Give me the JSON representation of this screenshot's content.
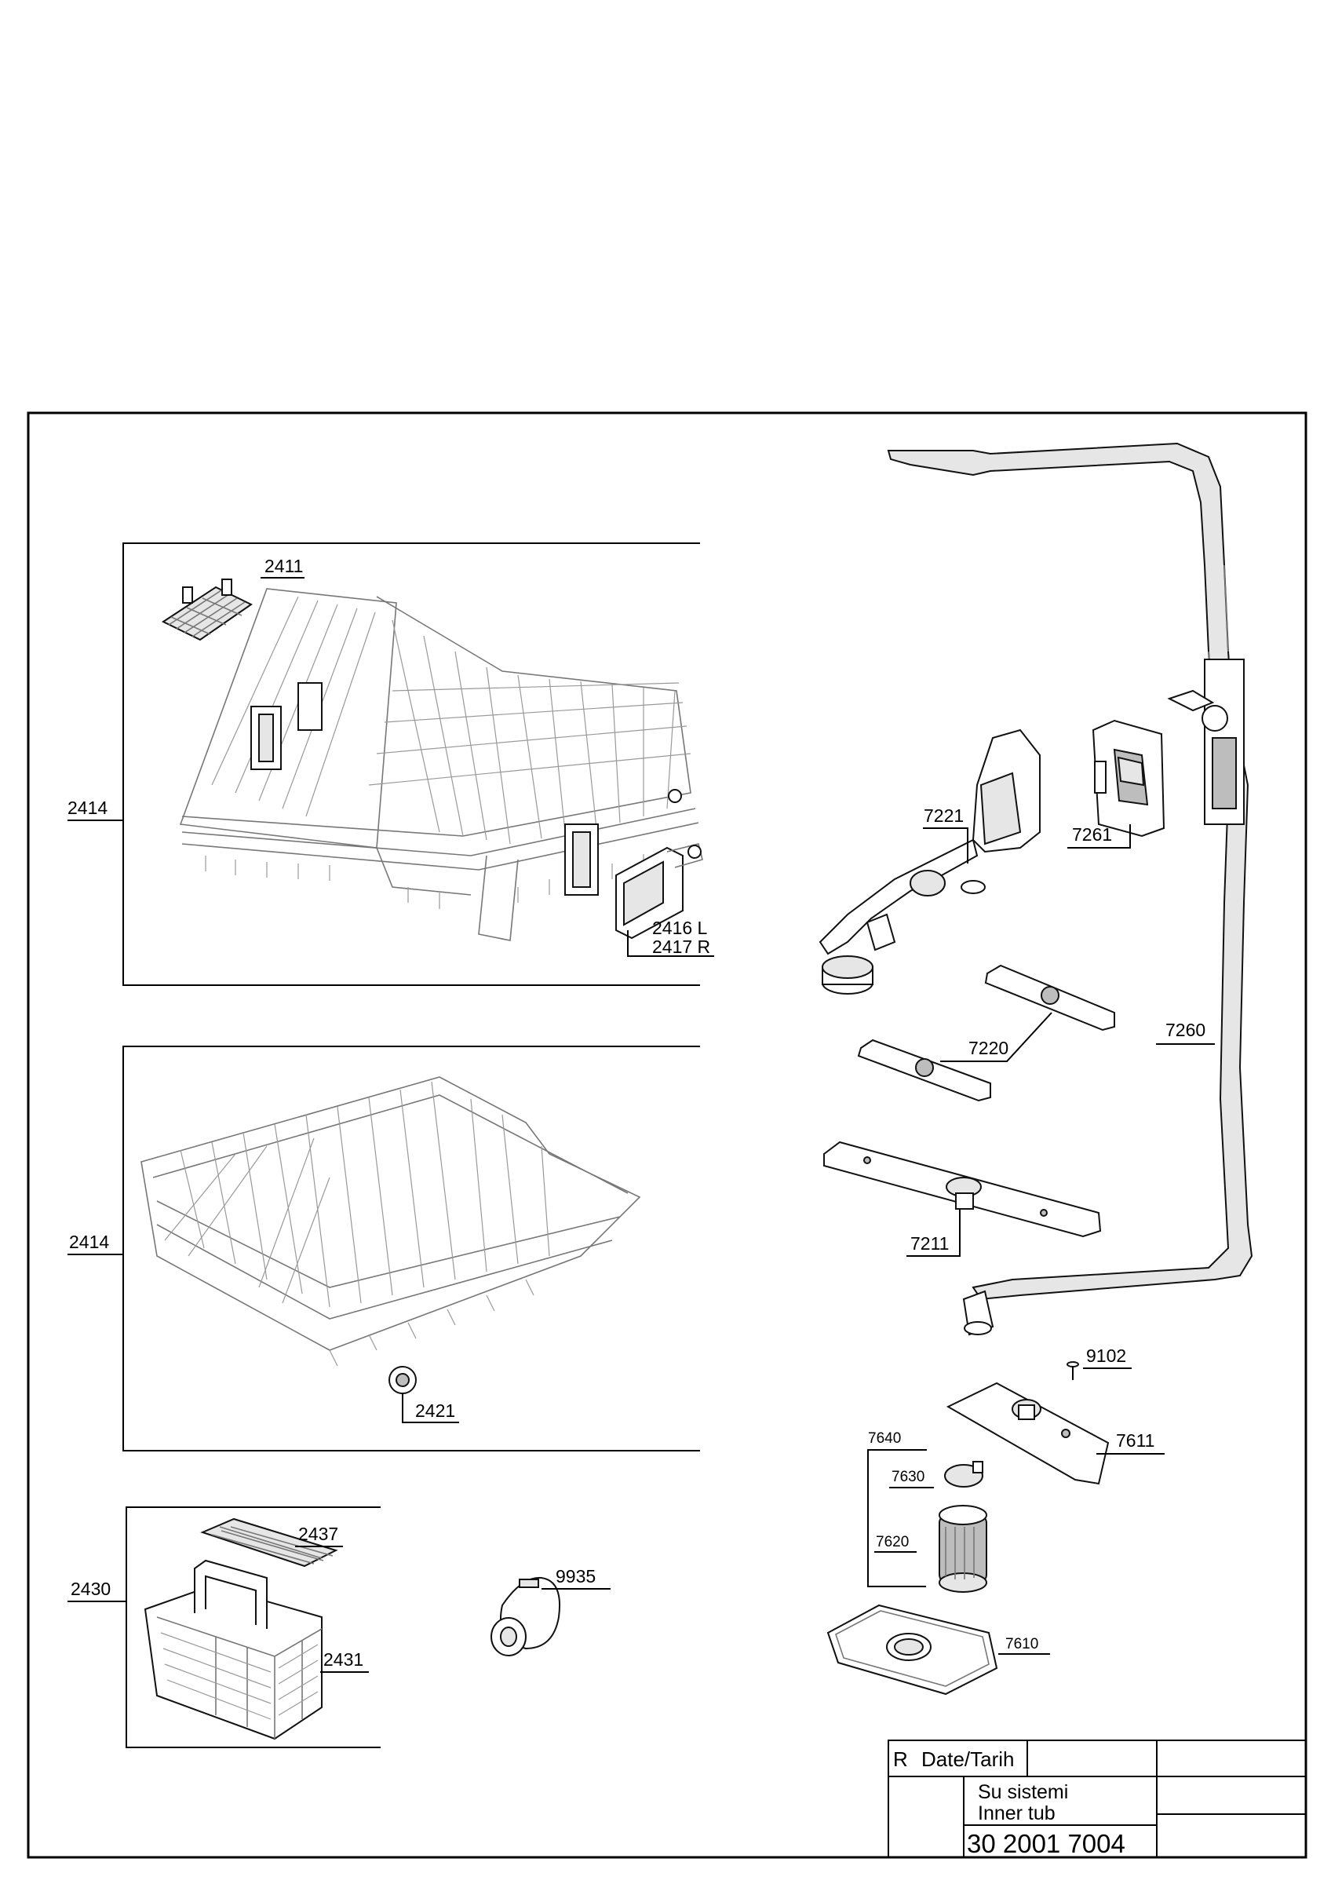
{
  "labels": {
    "p2411": "2411",
    "p2414_upper": "2414",
    "p2416": "2416 L",
    "p2417": "2417 R",
    "p2414_lower": "2414",
    "p2421": "2421",
    "p2437": "2437",
    "p2430": "2430",
    "p2431": "2431",
    "p9935": "9935",
    "p7221": "7221",
    "p7261": "7261",
    "p7220": "7220",
    "p7260": "7260",
    "p7211": "7211",
    "p9102": "9102",
    "p7611": "7611",
    "p7640": "7640",
    "p7630": "7630",
    "p7620": "7620",
    "p7610": "7610"
  },
  "title_block": {
    "rev": "R",
    "date_label": "Date/Tarih",
    "name_tr": "Su sistemi",
    "name_en": "Inner tub",
    "doc_number": "30 2001 7004"
  }
}
